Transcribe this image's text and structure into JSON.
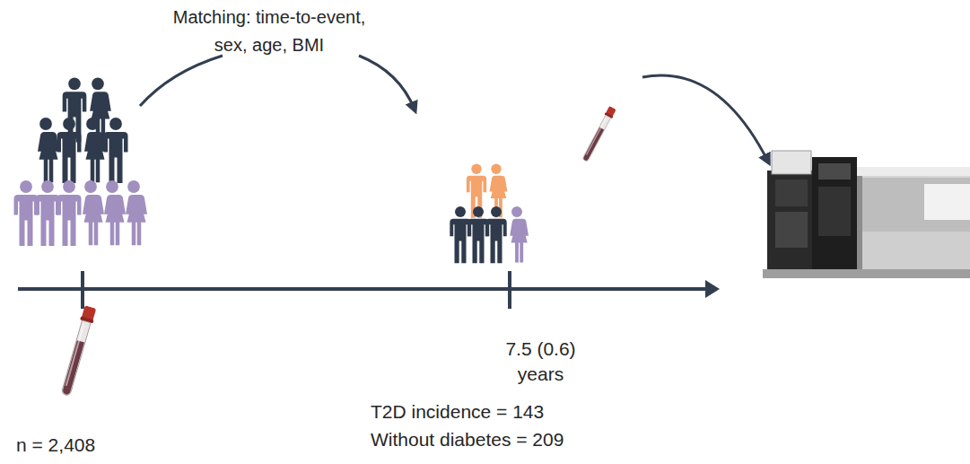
{
  "diagram": {
    "labels": [
      "Matching: time-to-event, sex, age, BMI",
      "7.5 (0.6) years",
      "T2D incidence = 143",
      "Without diabetes = 209",
      "n = 2,408"
    ]
  }
}
